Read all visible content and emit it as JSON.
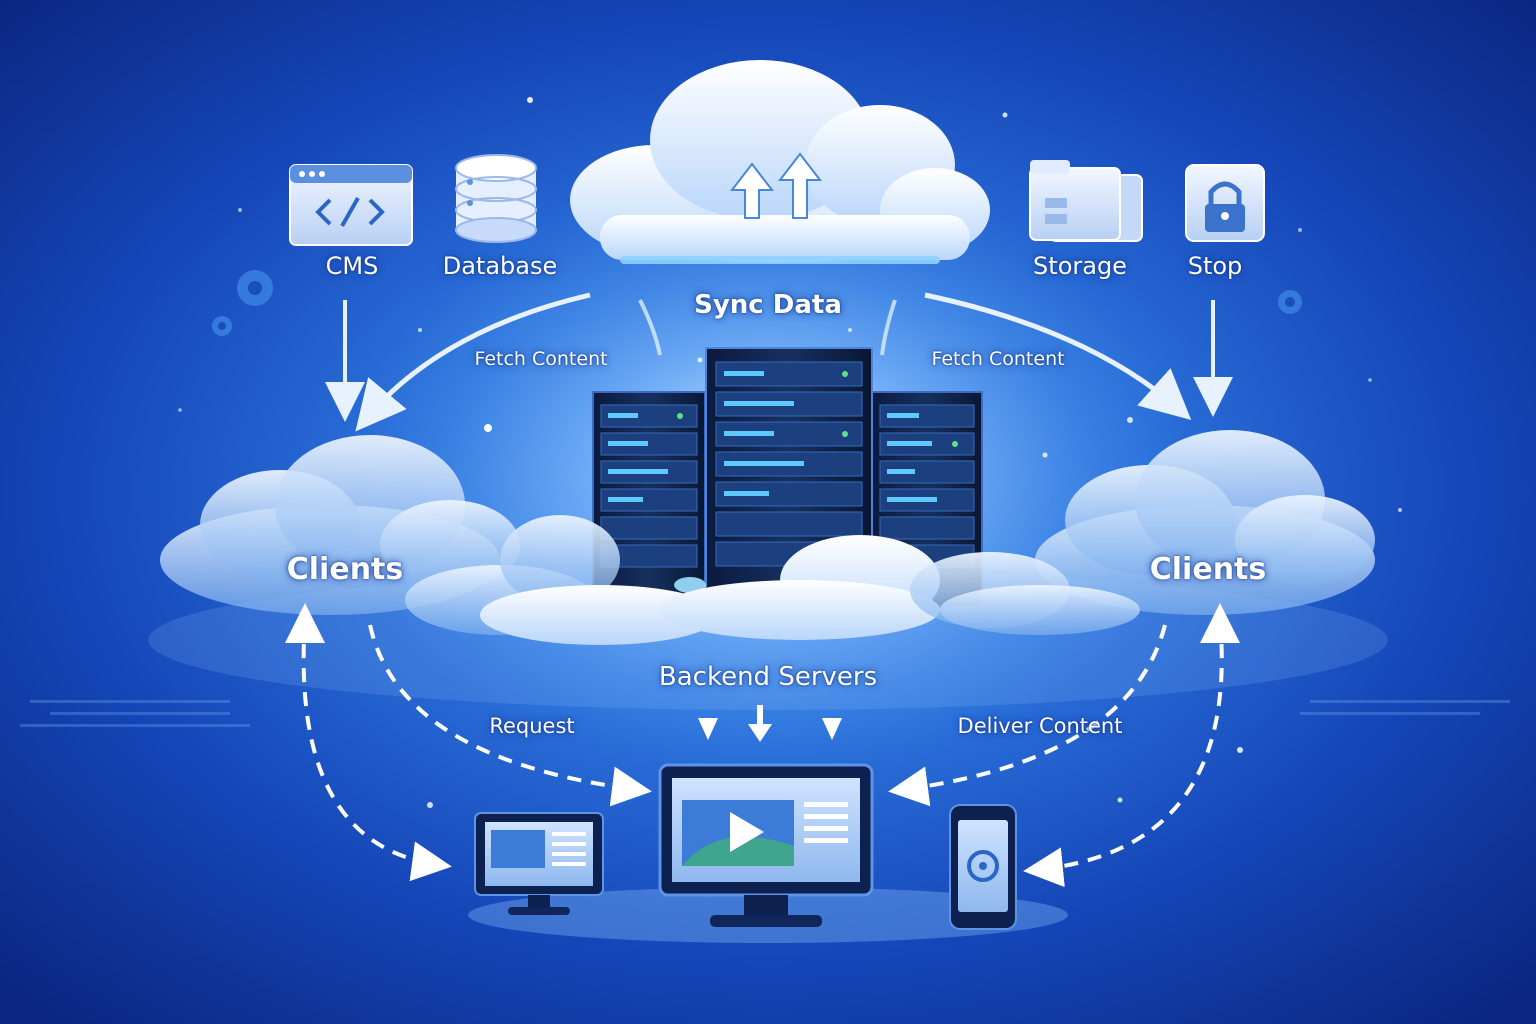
{
  "diagram": {
    "nodes": {
      "cms": "CMS",
      "database": "Database",
      "storage": "Storage",
      "stop": "Stop",
      "sync": "Sync Data",
      "clients_left": "Clients",
      "clients_right": "Clients",
      "backend": "Backend Servers"
    },
    "edges": {
      "fetch_left": "Fetch Content",
      "fetch_right": "Fetch Content",
      "request": "Request",
      "deliver": "Deliver Content"
    },
    "icons": {
      "cms": "code-window-icon",
      "database": "database-icon",
      "storage": "folder-icon",
      "stop": "lock-icon",
      "cloud": "cloud-upload-icon",
      "servers": "server-rack-icon",
      "monitor": "video-monitor-icon",
      "desktop": "desktop-icon",
      "phone": "smartphone-icon"
    },
    "colors": {
      "background": "#0b2d8a",
      "glow": "#6fb4ff",
      "cloud": "#e6f1ff",
      "icon": "#dce9ff"
    }
  }
}
